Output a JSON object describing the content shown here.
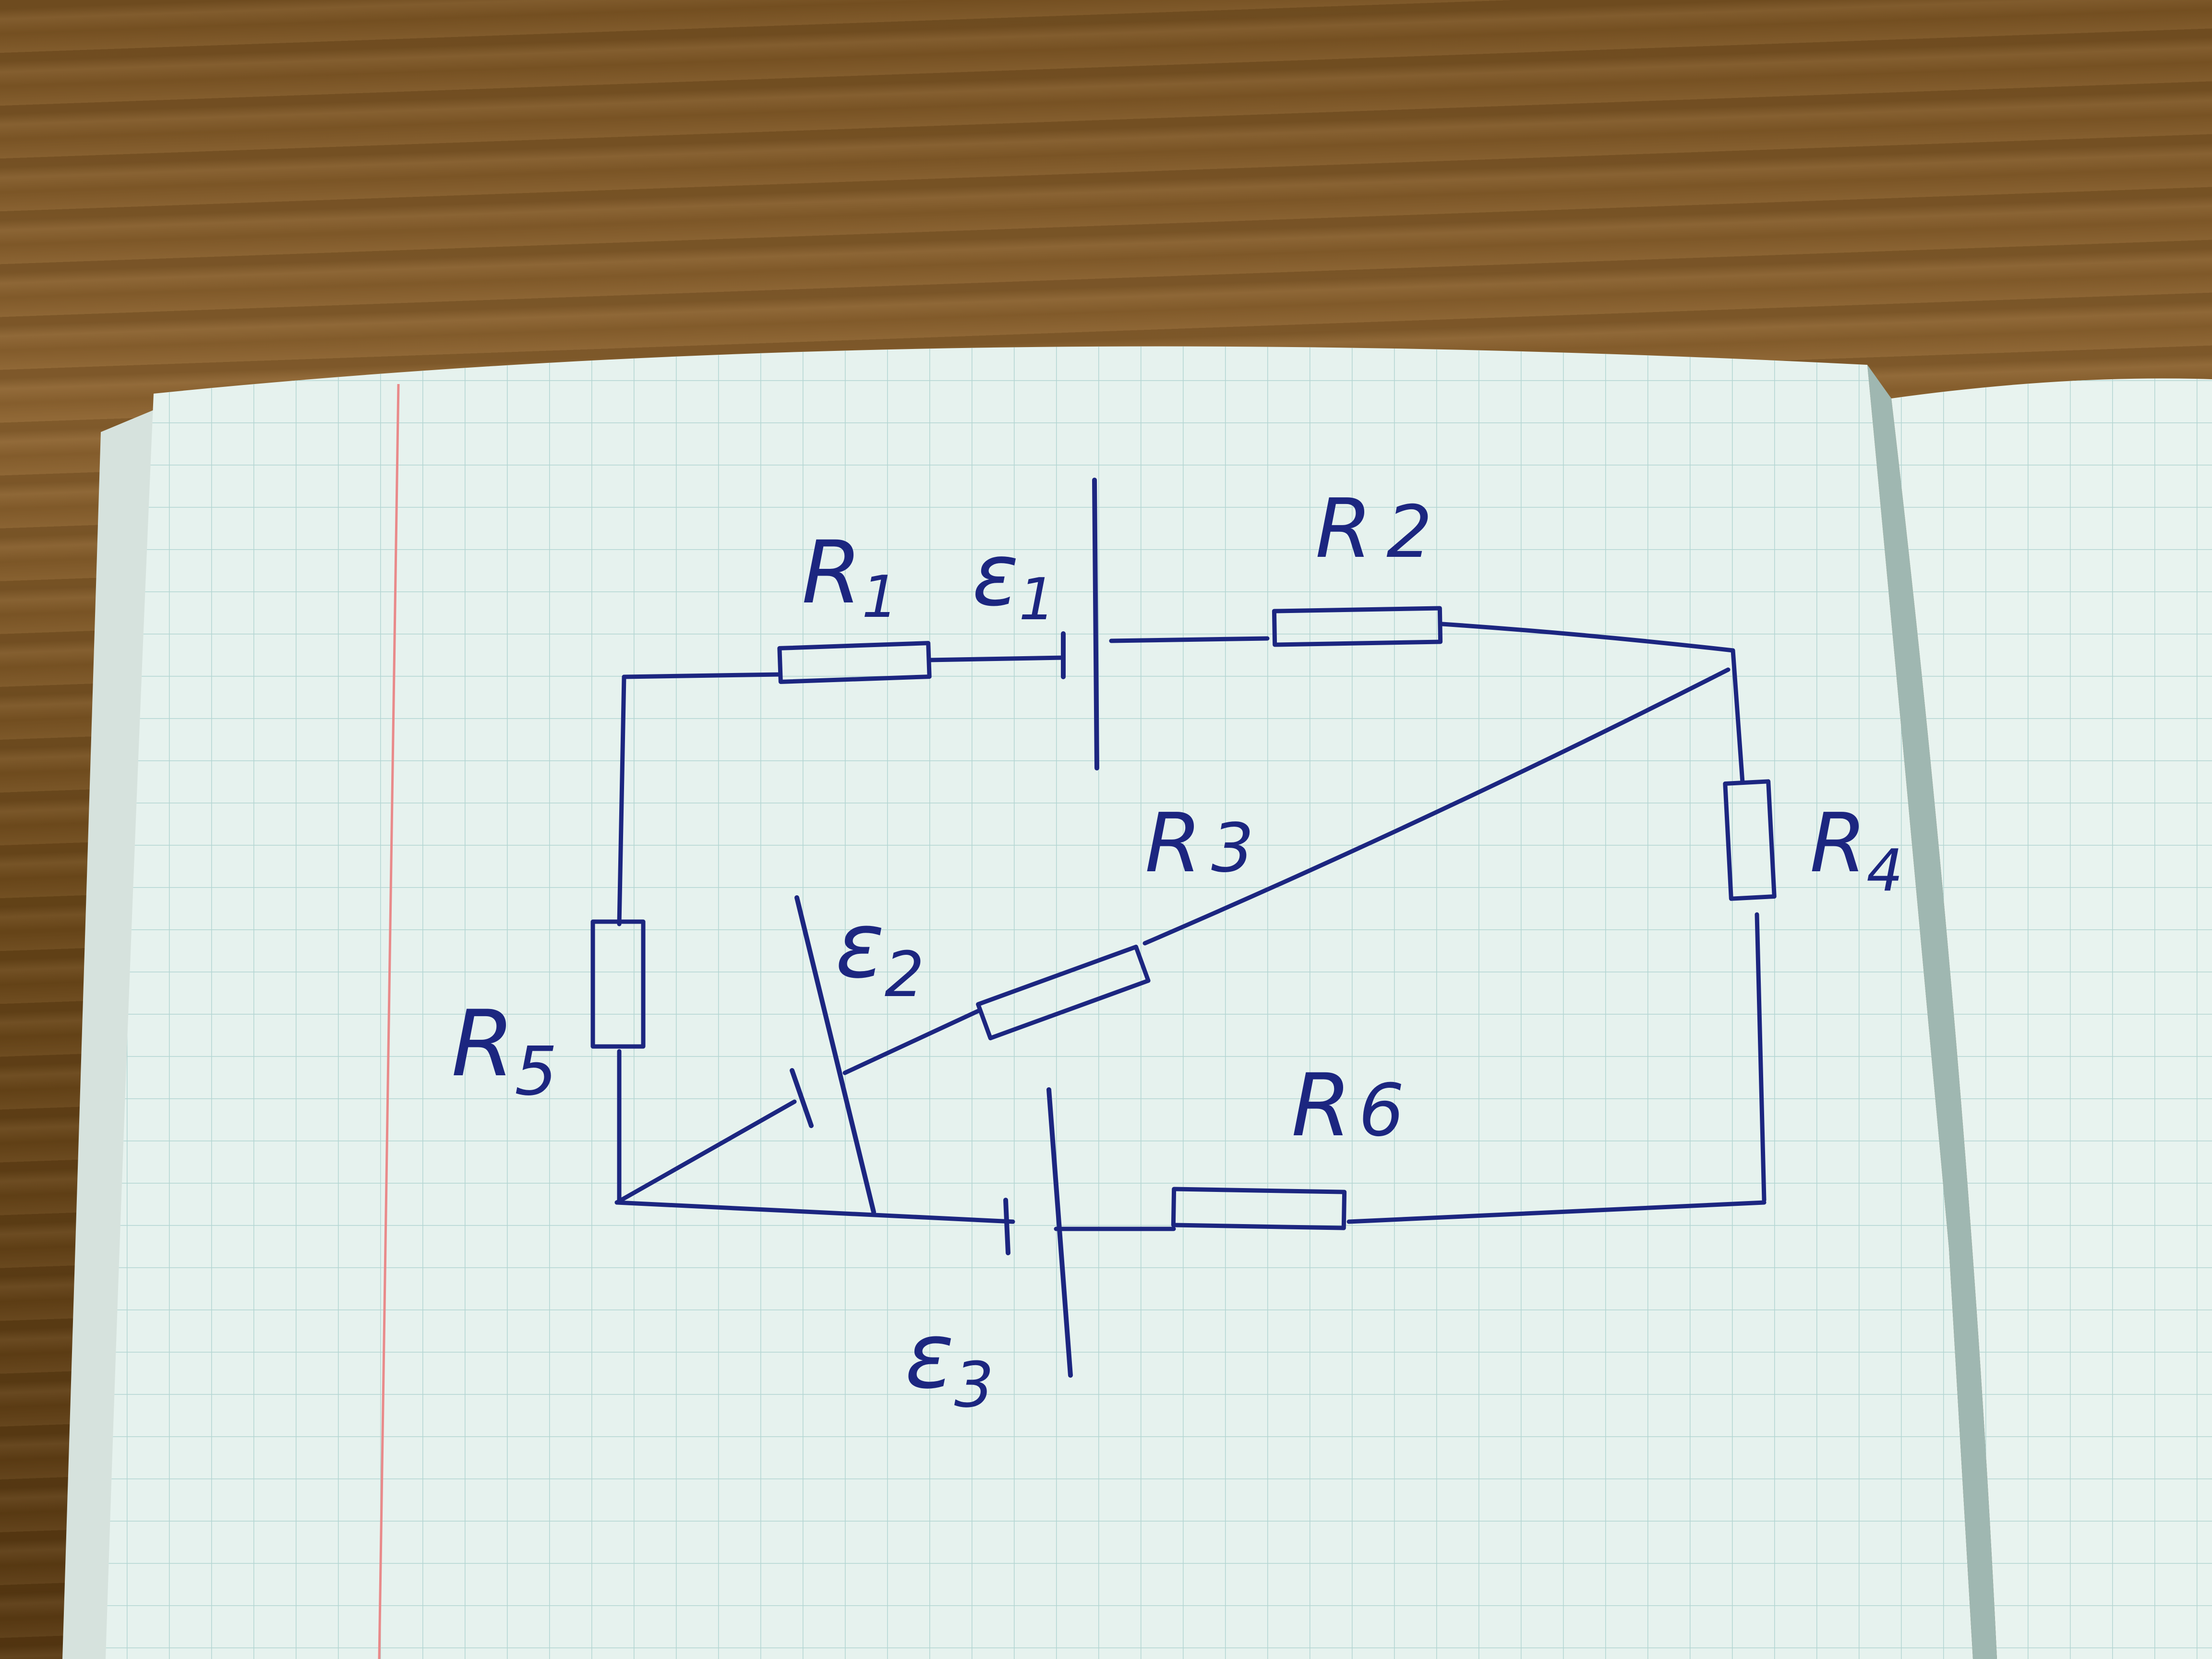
{
  "diagram": {
    "type": "circuit",
    "components": {
      "R1": {
        "kind": "resistor",
        "label": "R1",
        "label_main": "R",
        "label_sub": "1"
      },
      "E1": {
        "kind": "emf-source",
        "label": "E1",
        "label_main": "ε",
        "label_sub": "1"
      },
      "R2": {
        "kind": "resistor",
        "label": "R2",
        "label_main": "R",
        "label_sub": "2"
      },
      "R3": {
        "kind": "resistor",
        "label": "R3",
        "label_main": "R",
        "label_sub": "3"
      },
      "R4": {
        "kind": "resistor",
        "label": "R4",
        "label_main": "R",
        "label_sub": "4"
      },
      "R5": {
        "kind": "resistor",
        "label": "R5",
        "label_main": "R",
        "label_sub": "5"
      },
      "E2": {
        "kind": "emf-source",
        "label": "E2",
        "label_main": "ε",
        "label_sub": "2"
      },
      "R6": {
        "kind": "resistor",
        "label": "R6",
        "label_main": "R",
        "label_sub": "6"
      },
      "E3": {
        "kind": "emf-source",
        "label": "E3",
        "label_main": "ε",
        "label_sub": "3"
      }
    }
  },
  "colors": {
    "ink": "#1c2680",
    "paper": "#e6f2ee",
    "grid": "#b3d5d2",
    "margin": "#e98a8a",
    "desk": "#7a5322"
  }
}
